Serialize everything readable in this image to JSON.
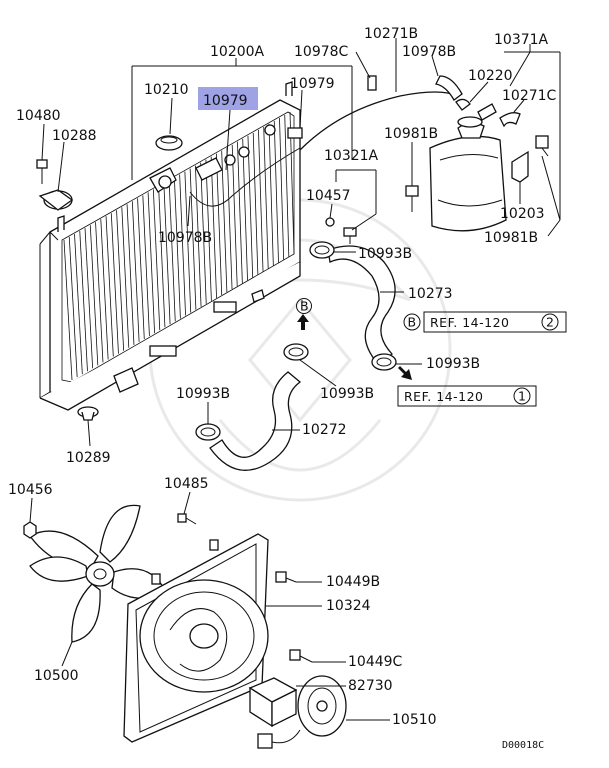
{
  "labels": {
    "p10200A": "10200A",
    "p10210": "10210",
    "p10979_hl": "10979",
    "p10979": "10979",
    "p10978C": "10978C",
    "p10271B": "10271B",
    "p10978B_top": "10978B",
    "p10371A": "10371A",
    "p10220": "10220",
    "p10271C": "10271C",
    "p10480": "10480",
    "p10288": "10288",
    "p10981B_top": "10981B",
    "p10321A": "10321A",
    "p10457": "10457",
    "p10203": "10203",
    "p10978B_bot": "10978B",
    "p10981B_bot": "10981B",
    "p10993B_1": "10993B",
    "p10273": "10273",
    "p10993B_2": "10993B",
    "p10993B_3": "10993B",
    "p10993B_4": "10993B",
    "p10272": "10272",
    "p10289": "10289",
    "p10456": "10456",
    "p10485": "10485",
    "p10449B": "10449B",
    "p10324": "10324",
    "p10449C": "10449C",
    "p82730": "82730",
    "p10500": "10500",
    "p10510": "10510",
    "ref_b_marker": "B",
    "ref_b_circle": "B",
    "ref_b_text": "REF. 14-120",
    "ref_b_num": "2",
    "ref_1_text": "REF. 14-120",
    "ref_1_num": "1",
    "diagram_code": "D00018C"
  },
  "colors": {
    "highlight": "#9fa3e6",
    "ink": "#111111",
    "watermark": "#e9e9e9"
  }
}
